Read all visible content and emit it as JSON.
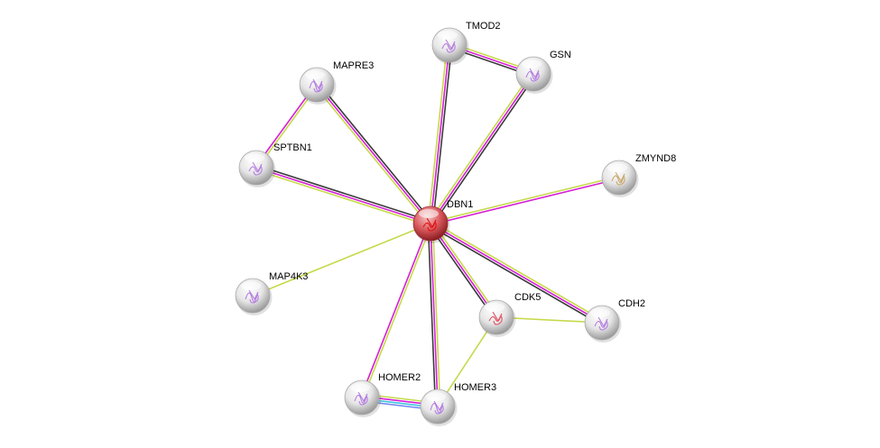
{
  "network": {
    "center": "DBN1",
    "nodes": [
      {
        "id": "DBN1",
        "label": "DBN1",
        "query": true
      },
      {
        "id": "TMOD2",
        "label": "TMOD2"
      },
      {
        "id": "GSN",
        "label": "GSN"
      },
      {
        "id": "MAPRE3",
        "label": "MAPRE3"
      },
      {
        "id": "SPTBN1",
        "label": "SPTBN1"
      },
      {
        "id": "ZMYND8",
        "label": "ZMYND8"
      },
      {
        "id": "MAP4K3",
        "label": "MAP4K3"
      },
      {
        "id": "CDK5",
        "label": "CDK5"
      },
      {
        "id": "CDH2",
        "label": "CDH2"
      },
      {
        "id": "HOMER2",
        "label": "HOMER2"
      },
      {
        "id": "HOMER3",
        "label": "HOMER3"
      }
    ],
    "edges": [
      {
        "a": "DBN1",
        "b": "TMOD2",
        "channels": [
          "textmining",
          "experiments",
          "coexpression"
        ]
      },
      {
        "a": "DBN1",
        "b": "GSN",
        "channels": [
          "textmining",
          "experiments",
          "coexpression"
        ]
      },
      {
        "a": "DBN1",
        "b": "MAPRE3",
        "channels": [
          "textmining",
          "experiments",
          "coexpression"
        ]
      },
      {
        "a": "DBN1",
        "b": "SPTBN1",
        "channels": [
          "textmining",
          "experiments",
          "coexpression"
        ]
      },
      {
        "a": "DBN1",
        "b": "ZMYND8",
        "channels": [
          "textmining",
          "experiments"
        ]
      },
      {
        "a": "DBN1",
        "b": "MAP4K3",
        "channels": [
          "textmining"
        ]
      },
      {
        "a": "DBN1",
        "b": "CDK5",
        "channels": [
          "textmining",
          "experiments",
          "coexpression"
        ]
      },
      {
        "a": "DBN1",
        "b": "CDH2",
        "channels": [
          "textmining",
          "experiments",
          "coexpression"
        ]
      },
      {
        "a": "DBN1",
        "b": "HOMER2",
        "channels": [
          "textmining",
          "experiments"
        ]
      },
      {
        "a": "DBN1",
        "b": "HOMER3",
        "channels": [
          "textmining",
          "experiments",
          "coexpression"
        ]
      },
      {
        "a": "HOMER2",
        "b": "HOMER3",
        "channels": [
          "textmining",
          "experiments",
          "database",
          "cooccurrence"
        ]
      },
      {
        "a": "TMOD2",
        "b": "GSN",
        "channels": [
          "textmining",
          "experiments",
          "coexpression"
        ]
      },
      {
        "a": "MAPRE3",
        "b": "SPTBN1",
        "channels": [
          "textmining",
          "experiments"
        ]
      },
      {
        "a": "CDK5",
        "b": "CDH2",
        "channels": [
          "textmining"
        ]
      },
      {
        "a": "CDK5",
        "b": "HOMER3",
        "channels": [
          "textmining"
        ]
      }
    ],
    "channel_colors": {
      "textmining": "#c6d94a",
      "experiments": "#d61ed6",
      "coexpression": "#3b3b3b",
      "database": "#42c3e0",
      "cooccurrence": "#6f86f0"
    },
    "node_color": "#e8e8e8",
    "query_node_color": "#d9464a"
  }
}
